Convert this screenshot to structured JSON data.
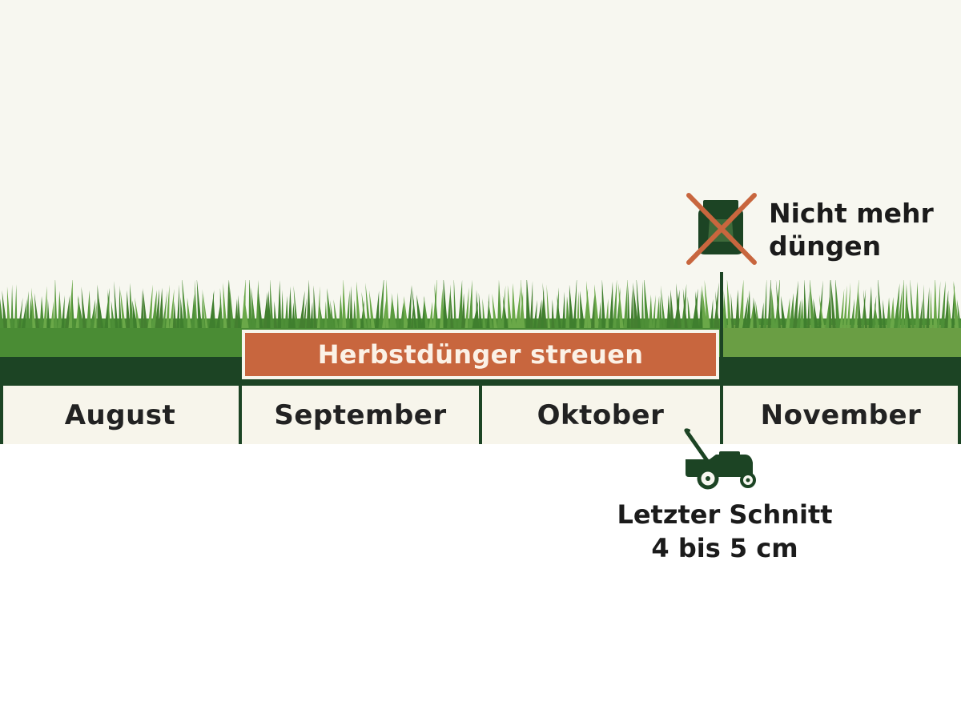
{
  "months": [
    "August",
    "September",
    "Oktober",
    "November"
  ],
  "fertilize_bar": {
    "label": "Herbstdünger streuen"
  },
  "stop_note": {
    "line1": "Nicht mehr",
    "line2": "düngen",
    "icon": "crossed-fertilizer-bag-icon"
  },
  "last_cut": {
    "line1": "Letzter Schnitt",
    "line2": "4 bis 5 cm",
    "icon": "lawn-mower-icon"
  },
  "colors": {
    "grass": "#4a8c34",
    "grass_pale": "#6a9e44",
    "dark_green": "#1c4424",
    "orange": "#c8663e",
    "cream": "#f7f5eb"
  }
}
